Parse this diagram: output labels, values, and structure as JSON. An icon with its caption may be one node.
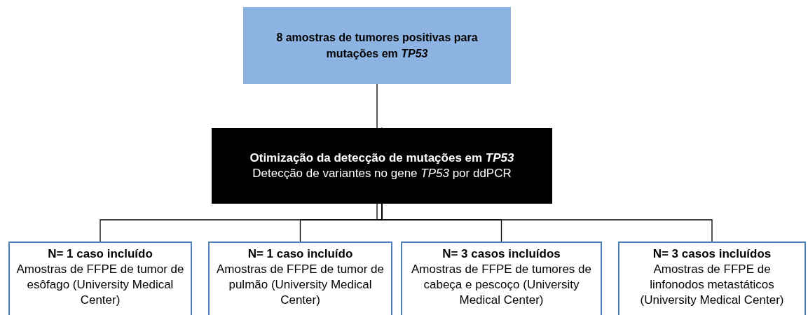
{
  "diagram": {
    "nodes": [
      {
        "text": [
          "8 amostras de tumores positivas para mutações em *TP53*"
        ]
      },
      {
        "text": [
          "Otimização da detecção de mutações em *TP53*",
          "Detecção de variantes no gene *TP53* por ddPCR"
        ]
      },
      {
        "text": [
          "N= 1 caso incluído",
          "Amostras de FFPE de tumor de esôfago (University Medical Center)"
        ]
      },
      {
        "text": [
          "N= 1 caso incluído",
          "Amostras de FFPE de tumor de pulmão (University Medical Center)"
        ]
      },
      {
        "text": [
          "N= 3 casos incluídos",
          "Amostras de FFPE de tumores de cabeça e pescoço (University Medical Center)"
        ]
      },
      {
        "text": [
          "N= 3 casos incluídos",
          "Amostras de FFPE de linfonodos metastáticos (University Medical Center)"
        ]
      }
    ],
    "edges": [
      {
        "from": 0,
        "to": 1,
        "arrow": "to"
      },
      {
        "from": 1,
        "to": 2,
        "arrow": "none"
      },
      {
        "from": 1,
        "to": 3,
        "arrow": "none"
      },
      {
        "from": 1,
        "to": 4,
        "arrow": "none"
      },
      {
        "from": 1,
        "to": 5,
        "arrow": "none"
      }
    ]
  }
}
